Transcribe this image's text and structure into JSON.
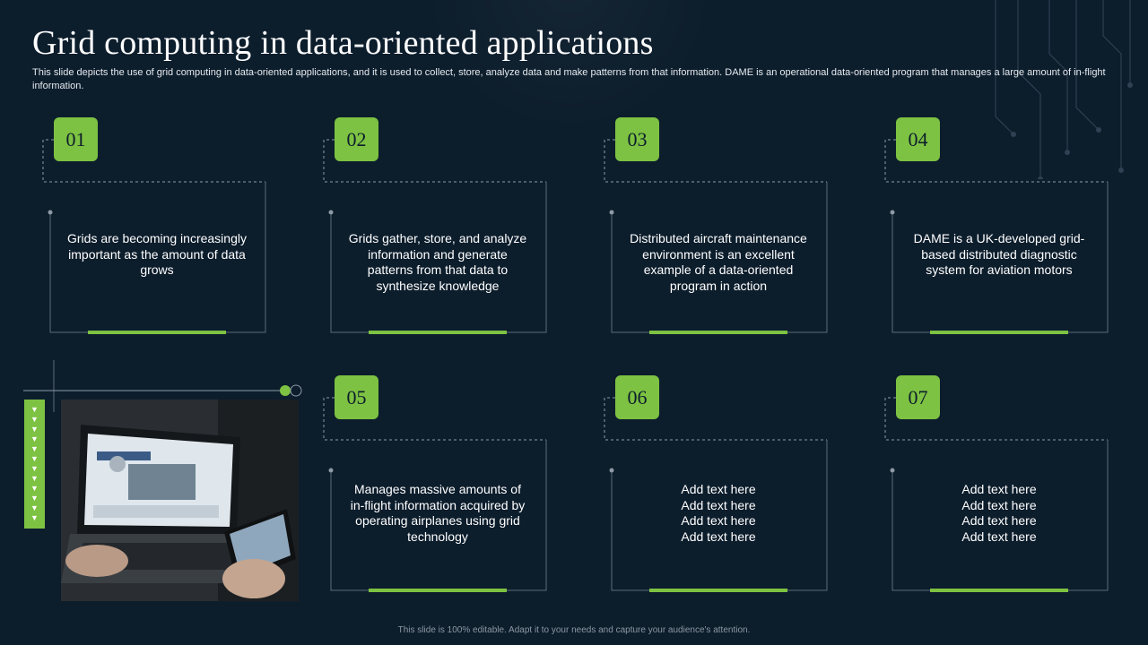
{
  "slide": {
    "title": "Grid computing in data-oriented applications",
    "subtitle": "This slide depicts the use of grid computing in data-oriented applications, and it is used to collect, store, analyze data and make patterns from that information. DAME is an operational data-oriented program that manages a large amount of in-flight information.",
    "footer": "This slide is 100% editable. Adapt it to your needs and capture your audience's attention."
  },
  "cards": [
    {
      "num": "01",
      "text": "Grids are becoming increasingly important as the amount of data grows"
    },
    {
      "num": "02",
      "text": "Grids gather, store, and analyze information and generate patterns from that data to synthesize knowledge"
    },
    {
      "num": "03",
      "text": "Distributed aircraft maintenance environment is an excellent example of a data-oriented program in action"
    },
    {
      "num": "04",
      "text": "DAME is a UK-developed grid-based distributed diagnostic system for aviation motors"
    },
    {
      "num": "05",
      "text": "Manages massive amounts of in-flight information acquired by operating airplanes using grid technology"
    },
    {
      "num": "06",
      "text": "Add text here\nAdd text here\nAdd text here\nAdd text here"
    },
    {
      "num": "07",
      "text": "Add text here\nAdd text here\nAdd text here\nAdd text here"
    }
  ],
  "colors": {
    "accent": "#7dc242",
    "background": "#0c1d2c"
  },
  "icons": {
    "arrow_bar": "arrow-down-icon",
    "photo": "laptop-phone-photo"
  }
}
